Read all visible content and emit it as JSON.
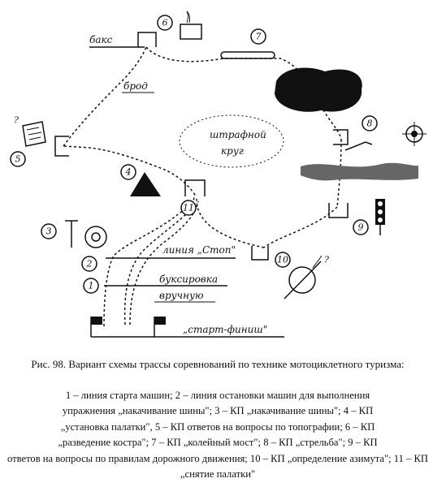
{
  "labels": {
    "baks": "бакс",
    "brod": "брод",
    "shtrafnoy_krug": [
      "штрафной",
      "круг"
    ],
    "liniya_stop": "линия „Стоп\"",
    "buksirovka": [
      "буксировка",
      "вручную"
    ],
    "start_finish": "„старт-финиш\""
  },
  "markers": [
    "1",
    "2",
    "3",
    "4",
    "5",
    "6",
    "7",
    "8",
    "9",
    "10",
    "11"
  ],
  "caption": {
    "title": "Рис. 98. Вариант схемы трассы соревнований по технике мотоциклетного туризма:",
    "lines": [
      "1 – линия старта машин; 2 – линия остановки машин для выполнения",
      "упражнения „накачивание шины\"; 3 – КП „накачивание шины\"; 4 – КП",
      "„установка палатки\", 5 – КП ответов на вопросы по топографии; 6 – КП",
      "„разведение костра\"; 7 – КП „колейный мост\"; 8 – КП „стрельба\"; 9 – КП",
      "ответов на вопросы по правилам дорожного движения; 10 – КП „определение азимута\"; 11 – КП „снятие палатки\""
    ]
  },
  "colors": {
    "ink": "#111111",
    "paper": "#ffffff"
  },
  "icons": [
    "campfire-icon",
    "tent-icon",
    "tyre-pump-icon",
    "target-icon",
    "traffic-light-icon",
    "compass-icon",
    "map-icon",
    "pistol-icon",
    "flag-icon"
  ]
}
